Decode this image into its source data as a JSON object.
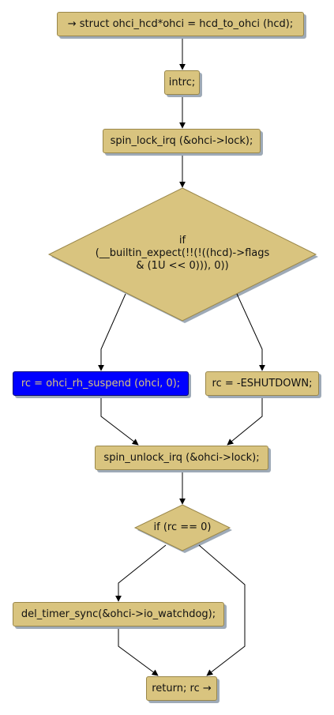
{
  "nodes": {
    "n1": "→ struct ohci_hcd*ohci = hcd_to_ohci (hcd);",
    "n2": "intrc;",
    "n3": "spin_lock_irq (&ohci->lock);",
    "n5": "rc = ohci_rh_suspend (ohci, 0);",
    "n6": "rc = -ESHUTDOWN;",
    "n7": "spin_unlock_irq (&ohci->lock);",
    "n9": "del_timer_sync(&ohci->io_watchdog);",
    "n10": "return; rc →"
  },
  "decisions": {
    "d1": {
      "line1": "if",
      "line2": "(__builtin_expect(!!(!((hcd)->flags",
      "line3": "& (1U << 0))), 0))"
    },
    "d2": {
      "line1": "if (rc == 0)"
    }
  },
  "colors": {
    "node_fill": "#d9c47f",
    "selected_fill": "#0000ff",
    "shadow": "#9eaab7",
    "edge": "#000000"
  }
}
